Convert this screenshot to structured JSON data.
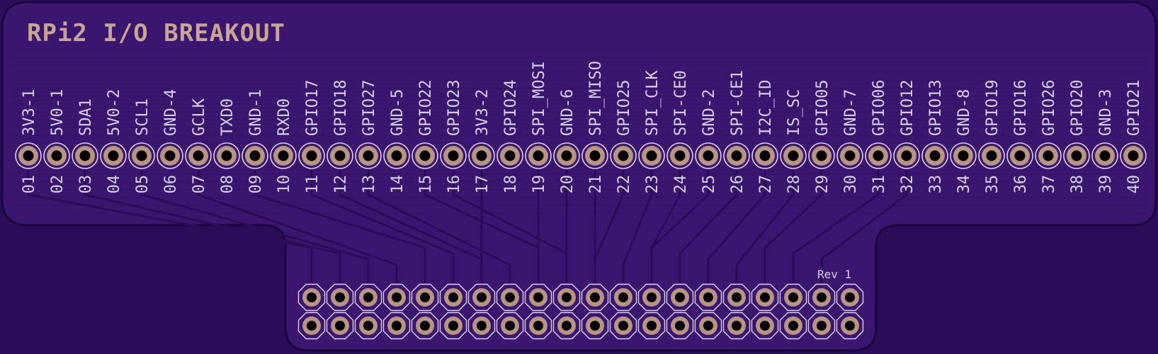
{
  "title": "RPi2 I/O BREAKOUT",
  "revision": "Rev 1",
  "colors": {
    "background": "#2a0d58",
    "board": "#3a1670",
    "board_outline": "#1a063a",
    "trace": "#2b0c57",
    "pad_copper": "#b8957f",
    "pad_hole": "#000000",
    "silkscreen": "#d8d0e8",
    "title": "#c9a58f"
  },
  "header_pins": [
    {
      "number": "01",
      "label": "3V3-1"
    },
    {
      "number": "02",
      "label": "5V0-1"
    },
    {
      "number": "03",
      "label": "SDA1"
    },
    {
      "number": "04",
      "label": "5V0-2"
    },
    {
      "number": "05",
      "label": "SCL1"
    },
    {
      "number": "06",
      "label": "GND-4"
    },
    {
      "number": "07",
      "label": "GCLK"
    },
    {
      "number": "08",
      "label": "TXD0"
    },
    {
      "number": "09",
      "label": "GND-1"
    },
    {
      "number": "10",
      "label": "RXD0"
    },
    {
      "number": "11",
      "label": "GPIO17"
    },
    {
      "number": "12",
      "label": "GPIO18"
    },
    {
      "number": "13",
      "label": "GPIO27"
    },
    {
      "number": "14",
      "label": "GND-5"
    },
    {
      "number": "15",
      "label": "GPIO22"
    },
    {
      "number": "16",
      "label": "GPIO23"
    },
    {
      "number": "17",
      "label": "3V3-2"
    },
    {
      "number": "18",
      "label": "GPIO24"
    },
    {
      "number": "19",
      "label": "SPI_MOSI"
    },
    {
      "number": "20",
      "label": "GND-6"
    },
    {
      "number": "21",
      "label": "SPI_MISO"
    },
    {
      "number": "22",
      "label": "GPIO25"
    },
    {
      "number": "23",
      "label": "SPI_CLK"
    },
    {
      "number": "24",
      "label": "SPI-CE0"
    },
    {
      "number": "25",
      "label": "GND-2"
    },
    {
      "number": "26",
      "label": "SPI-CE1"
    },
    {
      "number": "27",
      "label": "I2C_ID"
    },
    {
      "number": "28",
      "label": "IS_SC"
    },
    {
      "number": "29",
      "label": "GPIO05"
    },
    {
      "number": "30",
      "label": "GND-7"
    },
    {
      "number": "31",
      "label": "GPIO06"
    },
    {
      "number": "32",
      "label": "GPIO12"
    },
    {
      "number": "33",
      "label": "GPIO13"
    },
    {
      "number": "34",
      "label": "GND-8"
    },
    {
      "number": "35",
      "label": "GPIO19"
    },
    {
      "number": "36",
      "label": "GPIO16"
    },
    {
      "number": "37",
      "label": "GPIO26"
    },
    {
      "number": "38",
      "label": "GPIO20"
    },
    {
      "number": "39",
      "label": "GND-3"
    },
    {
      "number": "40",
      "label": "GPIO21"
    }
  ],
  "connector": {
    "columns": 20,
    "rows": 2
  }
}
